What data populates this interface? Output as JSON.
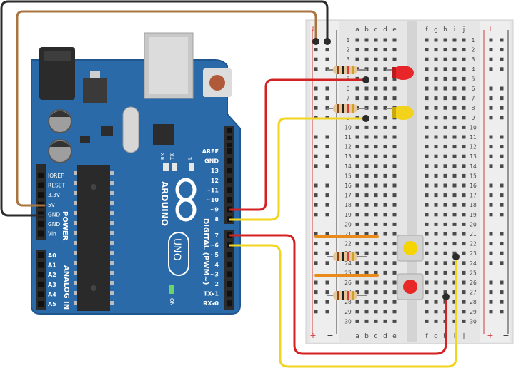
{
  "arduino": {
    "brand": "ARDUINO",
    "model": "UNO",
    "power_title": "POWER",
    "analog_title": "ANALOG IN",
    "digital_title": "DIGITAL (PWM~)",
    "on_label": "ON",
    "rx_label": "RX",
    "tx_label": "TX",
    "l_label": "L",
    "power_pins": [
      "IOREF",
      "RESET",
      "3.3V",
      "5V",
      "GND",
      "GND",
      "Vin"
    ],
    "analog_pins": [
      "A0",
      "A1",
      "A2",
      "A3",
      "A4",
      "A5"
    ],
    "digital_pins_upper": [
      "AREF",
      "GND",
      "13",
      "12",
      "~11",
      "~10",
      "~9",
      "8"
    ],
    "digital_pins_lower": [
      "7",
      "~6",
      "~5",
      "4",
      "~3",
      "2",
      "TX▸1",
      "RX◂0"
    ]
  },
  "breadboard": {
    "columns_left": [
      "a",
      "b",
      "c",
      "d",
      "e"
    ],
    "columns_right": [
      "f",
      "g",
      "h",
      "i",
      "j"
    ],
    "rows": [
      "1",
      "2",
      "3",
      "4",
      "5",
      "6",
      "7",
      "8",
      "9",
      "10",
      "11",
      "12",
      "13",
      "14",
      "15",
      "16",
      "17",
      "18",
      "19",
      "20",
      "21",
      "22",
      "23",
      "24",
      "25",
      "26",
      "27",
      "28",
      "29",
      "30"
    ],
    "plus": "+",
    "minus": "−"
  },
  "components": {
    "led_red_color": "#e8262a",
    "led_yellow_color": "#f3d21b",
    "button_yellow_color": "#f5d400",
    "button_red_color": "#e82727"
  },
  "colors": {
    "board": "#2a6aa8",
    "wire_red": "#d42121",
    "wire_yellow": "#f2d51e",
    "wire_black": "#2b2b2b",
    "wire_brown": "#a8743f",
    "wire_orange": "#e88a1c"
  }
}
